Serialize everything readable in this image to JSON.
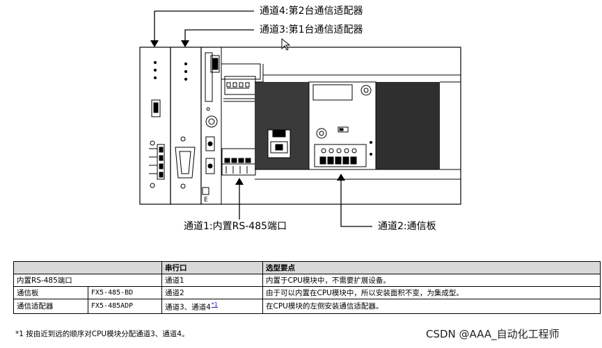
{
  "callouts": {
    "ch4": "通道4:第2台通信适配器",
    "ch3": "通道3:第1台通信适配器",
    "ch1": "通道1:内置RS-485端口",
    "ch2": "通道2:通信板"
  },
  "table": {
    "headers": [
      "",
      "",
      "串行口",
      "选型要点"
    ],
    "rows": [
      {
        "name": "内置RS-485端口",
        "model": "",
        "port": "通道1",
        "note": "内置于CPU模块中，不需要扩展设备。",
        "ref": ""
      },
      {
        "name": "通信板",
        "model": "FX5-485-BD",
        "port": "通道2",
        "note": "由于可以内置在CPU模块中，所以安装面积不变，为集成型。",
        "ref": ""
      },
      {
        "name": "通信适配器",
        "model": "FX5-485ADP",
        "port": "通道3、通道4",
        "note": "在CPU模块的左侧安装通信适配器。",
        "ref": "*1"
      }
    ]
  },
  "footnote": "*1 按由近到远的顺序对CPU模块分配通道3、通道4。",
  "watermark": "CSDN @AAA_自动化工程师"
}
